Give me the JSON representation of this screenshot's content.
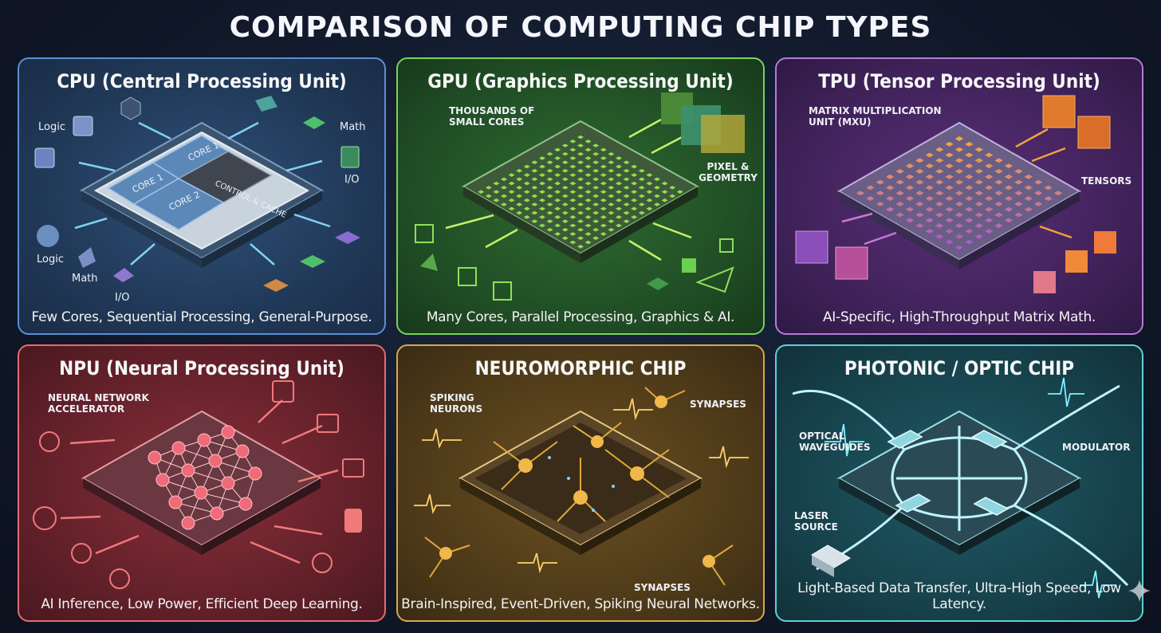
{
  "title": "COMPARISON OF COMPUTING CHIP TYPES",
  "panels": {
    "cpu": {
      "title": "CPU (Central Processing Unit)",
      "caption": "Few Cores, Sequential Processing, General-Purpose.",
      "cores": [
        "CORE 1",
        "CORE 1",
        "CONTROL & CACHE",
        "CORE 2"
      ],
      "labels": [
        "Logic",
        "Math",
        "I/O",
        "Logic",
        "Math",
        "I/O"
      ]
    },
    "gpu": {
      "title": "GPU (Graphics Processing Unit)",
      "caption": "Many Cores, Parallel Processing, Graphics & AI.",
      "labels": [
        "THOUSANDS OF SMALL CORES",
        "PIXEL & GEOMETRY"
      ]
    },
    "tpu": {
      "title": "TPU (Tensor Processing Unit)",
      "caption": "AI-Specific, High-Throughput Matrix Math.",
      "labels": [
        "MATRIX MULTIPLICATION UNIT (MXU)",
        "TENSORS"
      ]
    },
    "npu": {
      "title": "NPU (Neural Processing Unit)",
      "caption": "AI Inference, Low Power, Efficient Deep Learning.",
      "labels": [
        "NEURAL NETWORK ACCELERATOR"
      ]
    },
    "neuromorphic": {
      "title": "NEUROMORPHIC CHIP",
      "caption": "Brain-Inspired, Event-Driven, Spiking Neural Networks.",
      "labels": [
        "SPIKING NEURONS",
        "SYNAPSES",
        "SYNAPSES"
      ]
    },
    "photonic": {
      "title": "PHOTONIC / OPTIC CHIP",
      "caption": "Light-Based Data Transfer, Ultra-High Speed, Low Latency.",
      "labels": [
        "OPTICAL WAVEGUIDES",
        "MODULATOR",
        "LASER SOURCE"
      ]
    }
  },
  "colors": {
    "cpu": "#5a8fd6",
    "gpu": "#79d35a",
    "tpu": "#b67ad6",
    "npu": "#e46a72",
    "neuromorphic": "#d9a84a",
    "photonic": "#5fd0d6"
  }
}
